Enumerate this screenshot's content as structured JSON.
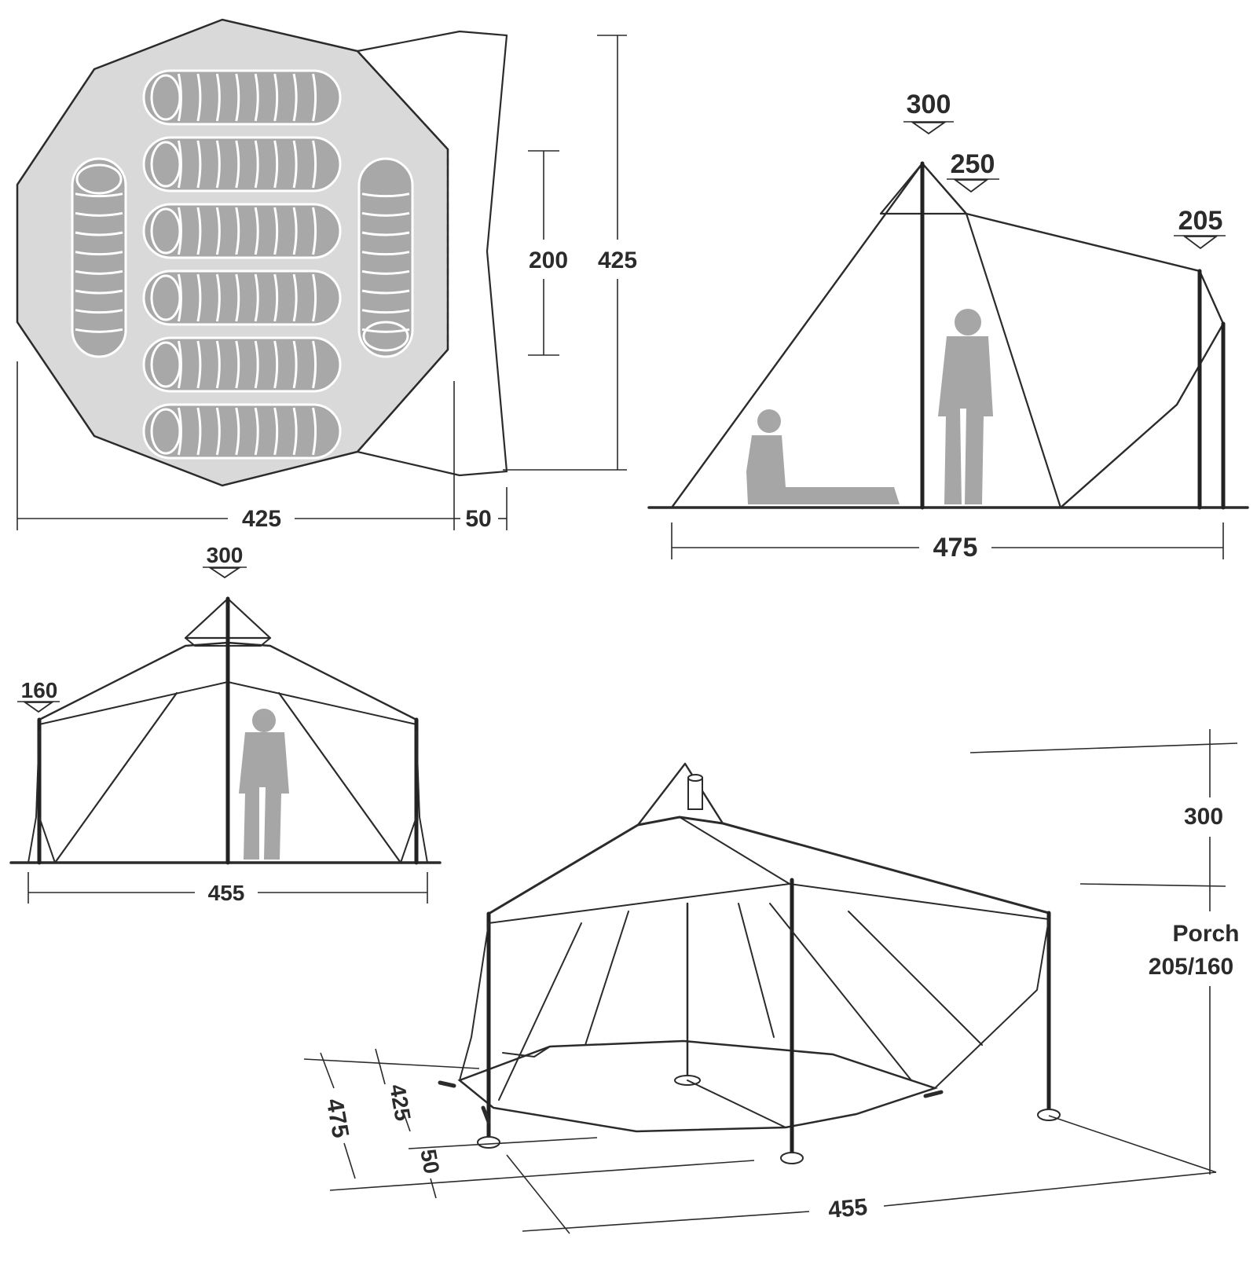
{
  "floor_plan": {
    "depth_label": "425",
    "porch_depth_label": "50",
    "inner_width_label": "200",
    "total_width_label": "425",
    "sleeping_bags": 8
  },
  "side_view": {
    "peak_label": "300",
    "vent_label": "250",
    "porch_height_label": "205",
    "length_label": "475"
  },
  "front_view": {
    "peak_label": "300",
    "wall_height_label": "160",
    "width_label": "455"
  },
  "perspective_view": {
    "height_label": "300",
    "porch_label_line1": "Porch",
    "porch_label_line2": "205/160",
    "length_label": "475",
    "inner_length_label": "425",
    "porch_depth_label": "50",
    "width_label": "455"
  },
  "colors": {
    "line": "#2b2b2b",
    "floor_fill": "#d9d9d9",
    "figure_fill": "#a6a6a6"
  }
}
